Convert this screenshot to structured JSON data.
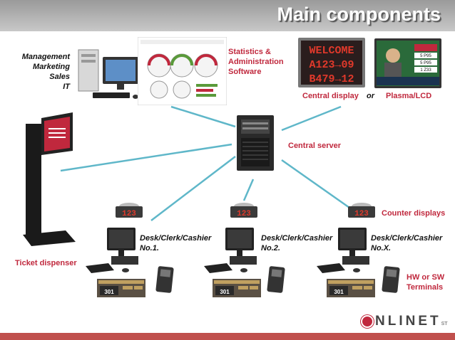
{
  "header": {
    "title": "Main components"
  },
  "labels": {
    "management": "Management",
    "marketing": "Marketing",
    "sales": "Sales",
    "it": "IT",
    "stats1": "Statistics &",
    "stats2": "Administration",
    "stats3": "Software",
    "central_display": "Central display",
    "or": "or",
    "plasma": "Plasma/LCD",
    "central_server": "Central server",
    "counter_displays": "Counter displays",
    "desk1_a": "Desk/Clerk/Cashier",
    "desk1_b": "No.1.",
    "desk2_a": "Desk/Clerk/Cashier",
    "desk2_b": "No.2.",
    "deskx_a": "Desk/Clerk/Cashier",
    "deskx_b": "No.X.",
    "ticket_dispenser": "Ticket dispenser",
    "terminals1": "HW or SW",
    "terminals2": "Terminals"
  },
  "led": {
    "line1": "WELCOME",
    "line2": "A123→09",
    "line3": "B479→12"
  },
  "plasma_rows": [
    "5  P95",
    "5  P95",
    "1  Z33"
  ],
  "counter_number": "123",
  "terminal_number": "301",
  "logo": {
    "text": "NLINET",
    "suffix": "ST"
  },
  "colors": {
    "accent": "#c0283d",
    "line": "#5fb7c9"
  }
}
